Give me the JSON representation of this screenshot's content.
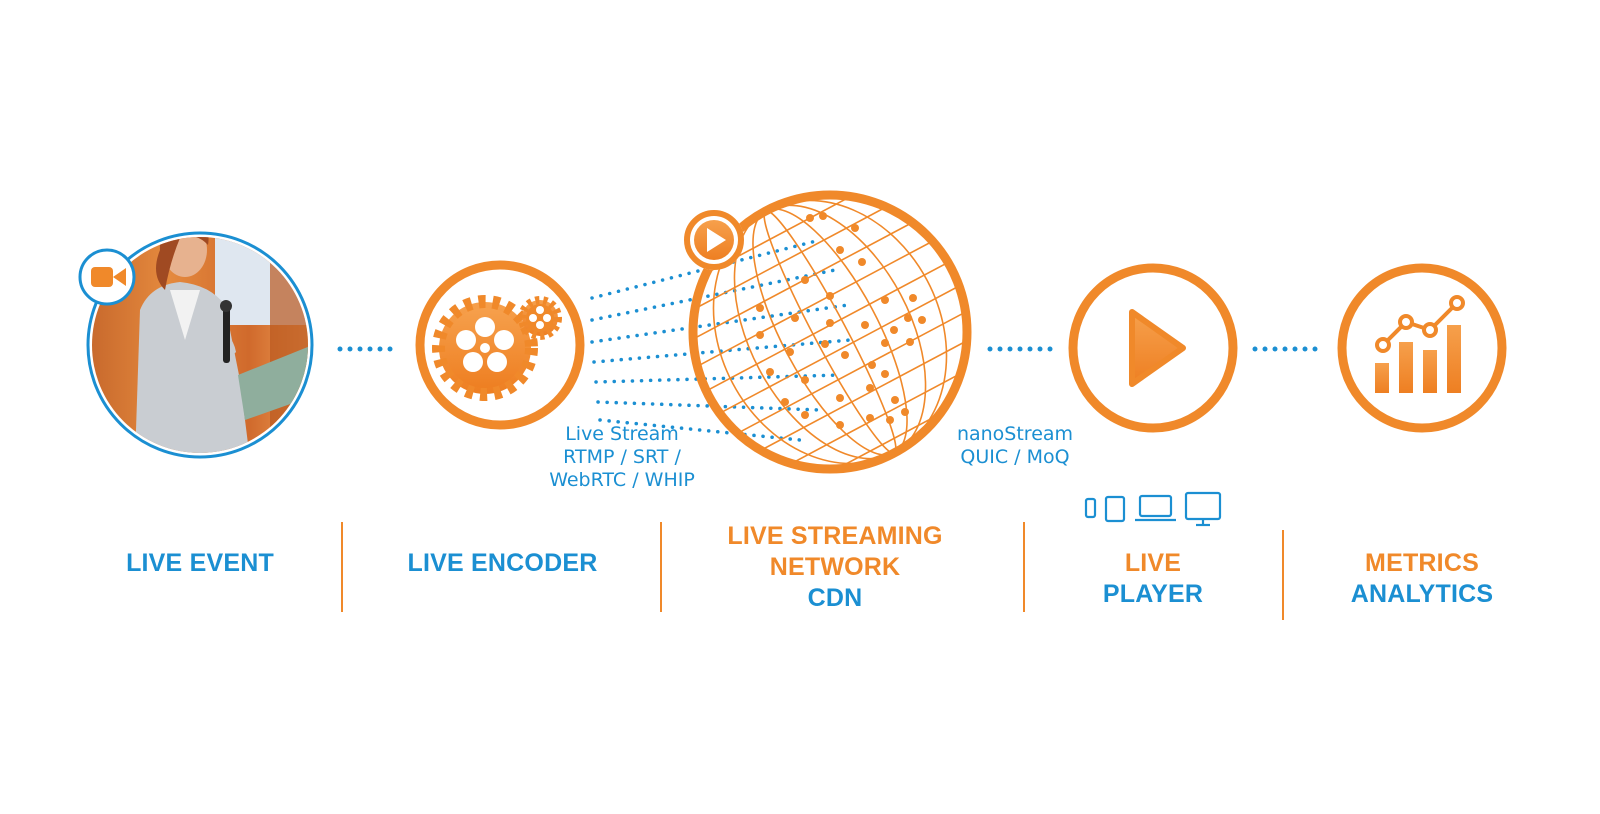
{
  "colors": {
    "orange": "#f0892a",
    "blue": "#1b8fd2",
    "white": "#ffffff"
  },
  "stages": [
    {
      "id": "live-event",
      "lines": [
        "LIVE EVENT"
      ],
      "icon": "presenter-photo",
      "badge_icon": "video-camera-icon"
    },
    {
      "id": "live-encoder",
      "lines": [
        "LIVE ENCODER"
      ],
      "icon": "gears-icon"
    },
    {
      "id": "cdn",
      "lines": [
        "LIVE STREAMING",
        "NETWORK",
        "CDN"
      ],
      "icon": "globe-icon",
      "badge_icon": "play-icon"
    },
    {
      "id": "live-player",
      "lines": [
        "LIVE",
        "PLAYER"
      ],
      "icon": "play-icon",
      "devices": [
        "phone-icon",
        "tablet-icon",
        "laptop-icon",
        "monitor-icon"
      ]
    },
    {
      "id": "metrics",
      "lines": [
        "METRICS",
        "ANALYTICS"
      ],
      "icon": "bar-chart-icon"
    }
  ],
  "ingest_protocols": {
    "lines": [
      "Live Stream",
      "RTMP / SRT /",
      "WebRTC / WHIP"
    ]
  },
  "delivery_protocols": {
    "lines": [
      "nanoStream",
      "QUIC / MoQ"
    ]
  }
}
